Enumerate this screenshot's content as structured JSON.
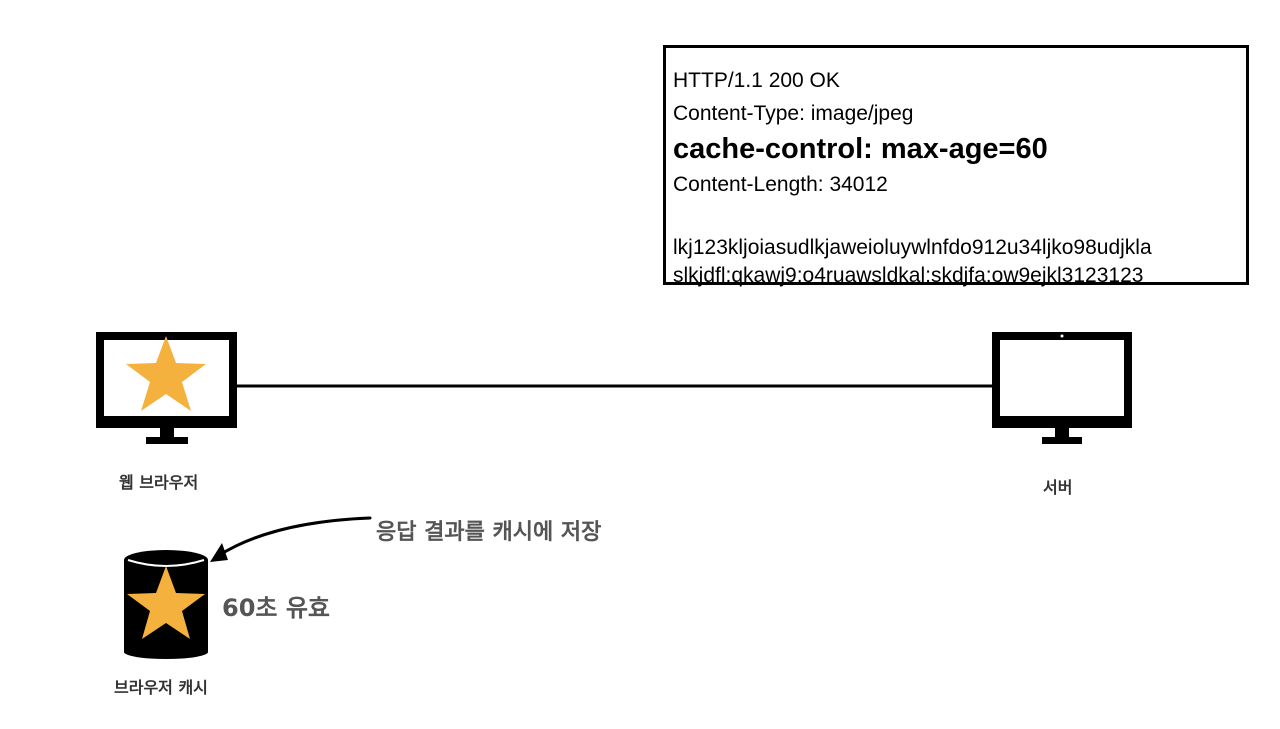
{
  "response": {
    "status_line": "HTTP/1.1 200 OK",
    "content_type": "Content-Type: image/jpeg",
    "cache_control": "cache-control: max-age=60",
    "content_length": "Content-Length: 34012",
    "body_line1": "lkj123kljoiasudlkjaweioluywlnfdo912u34ljko98udjkla",
    "body_line2": "slkjdfl;qkawj9;o4ruawsldkal;skdjfa;ow9ejkl3123123"
  },
  "nodes": {
    "browser_label": "웹 브라우저",
    "server_label": "서버",
    "cache_label": "브라우저 캐시"
  },
  "annotations": {
    "store_note": "응답 결과를 캐시에 저장",
    "validity_note": "60초 유효"
  },
  "colors": {
    "star": "#F4B13E",
    "device": "#000000",
    "text_gray": "#555555"
  }
}
